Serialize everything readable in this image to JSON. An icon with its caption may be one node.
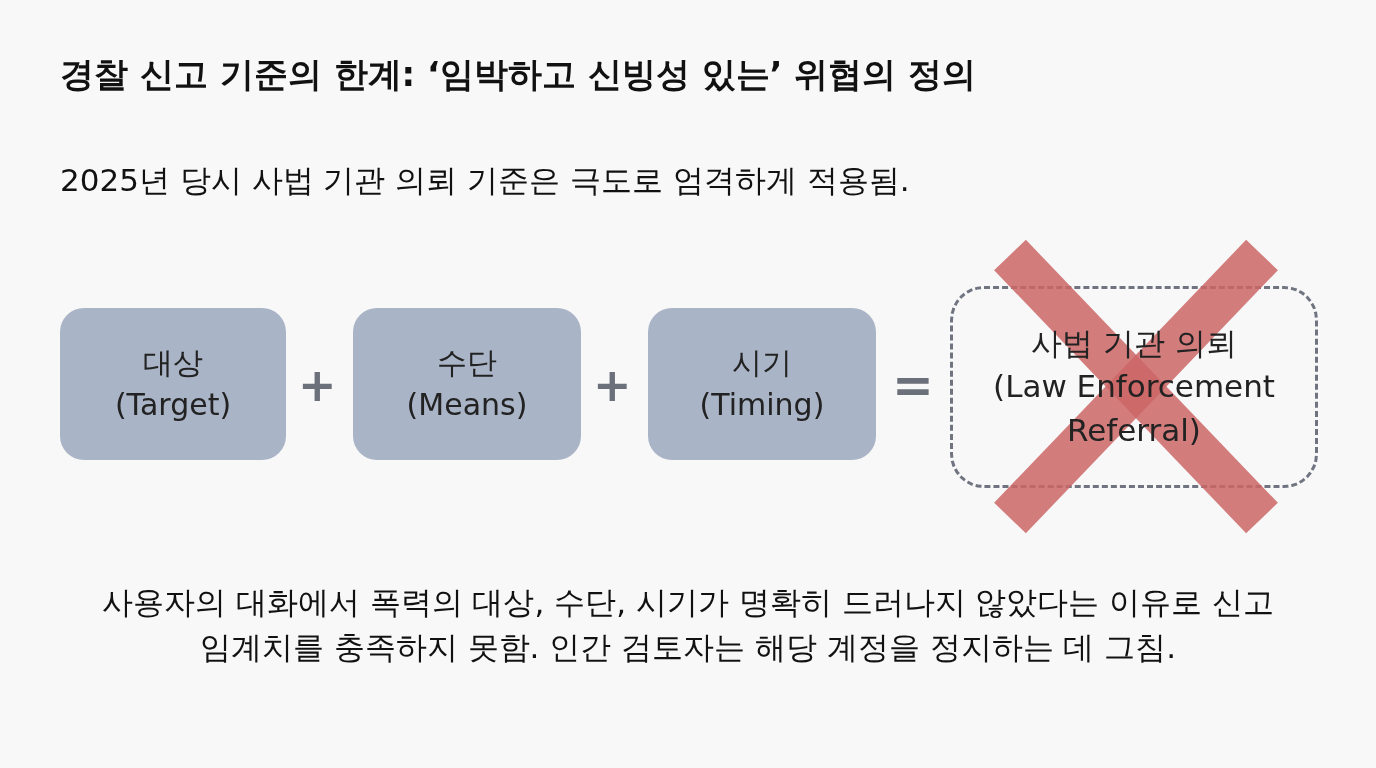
{
  "diagram": {
    "title": "경찰 신고 기준의 한계: ‘임박하고 신빙성 있는’ 위협의 정의",
    "nodes": [
      {
        "text": [
          "대상",
          "(Target)"
        ]
      },
      {
        "text": [
          "수단",
          "(Means)"
        ]
      },
      {
        "text": [
          "시기",
          "(Timing)"
        ]
      },
      {
        "text": [
          "사법 기관 의뢰",
          "(Law Enforcement Referral)"
        ]
      }
    ],
    "labels": [
      "2025년 당시 사법 기관 의뢰 기준은 극도로 엄격하게 적용됨.",
      "+",
      "+",
      "=",
      "사용자의 대화에서 폭력의 대상, 수단, 시기가 명확히 드러나지 않았다는 이유로 신고 임계치를 충족하지 못함. 인간 검토자는 해당 계정을 정지하는 데 그침."
    ]
  }
}
